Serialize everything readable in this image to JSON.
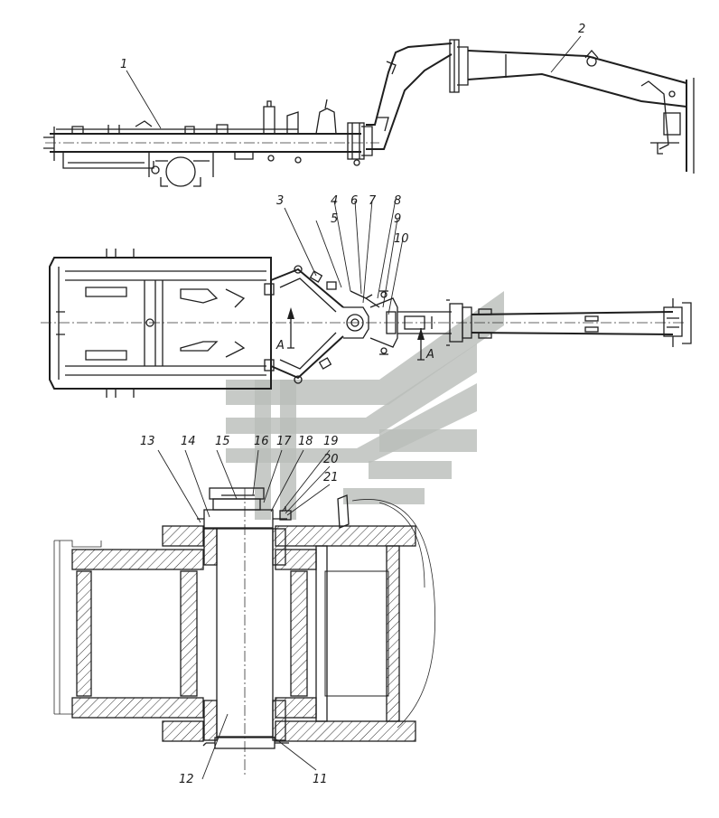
{
  "figure": {
    "callouts": {
      "c1": "1",
      "c2": "2",
      "c3": "3",
      "c4": "4",
      "c5": "5",
      "c6": "6",
      "c7": "7",
      "c8": "8",
      "c9": "9",
      "c10": "10",
      "c11": "11",
      "c12": "12",
      "c13": "13",
      "c14": "14",
      "c15": "15",
      "c16": "16",
      "c17": "17",
      "c18": "18",
      "c19": "19",
      "c20": "20",
      "c21": "21"
    },
    "section_marks": {
      "left": "A",
      "right": "A"
    }
  }
}
